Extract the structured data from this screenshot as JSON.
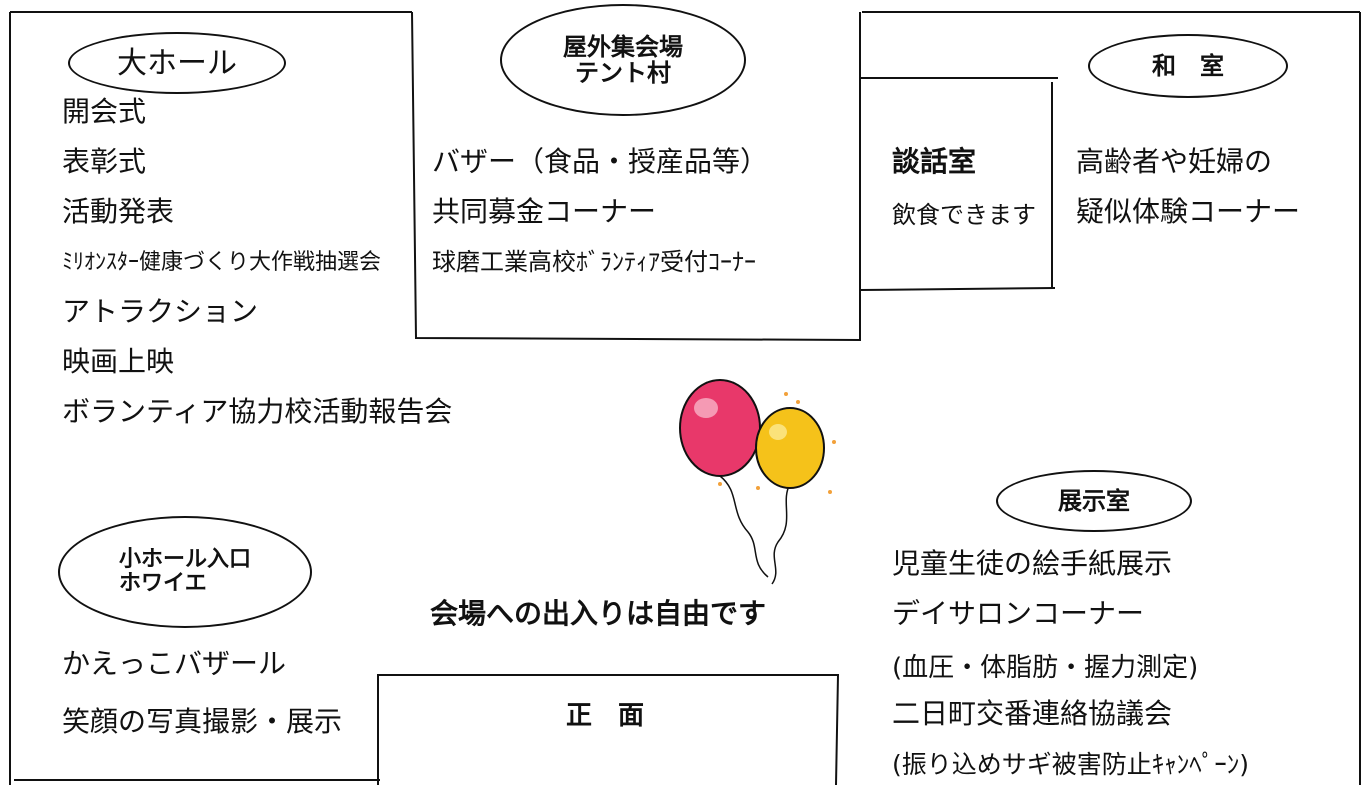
{
  "big_hall": {
    "title": "大ホール",
    "items": [
      "開会式",
      "表彰式",
      "活動発表",
      "ﾐﾘｵﾝｽﾀｰ健康づくり大作戦抽選会",
      "アトラクション",
      "映画上映",
      "ボランティア協力校活動報告会"
    ]
  },
  "outdoor": {
    "title": "屋外集会場\nテント村",
    "items": [
      "バザー（食品・授産品等）",
      "共同募金コーナー",
      "球磨工業高校ﾎﾞﾗﾝﾃｨｱ受付ｺｰﾅｰ"
    ]
  },
  "lounge": {
    "title": "談話室",
    "note": "飲食できます"
  },
  "japanese_room": {
    "title": "和　室",
    "items": [
      "高齢者や妊婦の",
      "疑似体験コーナー"
    ]
  },
  "small_hall": {
    "title": "小ホール入口\nホワイエ",
    "items": [
      "かえっこバザール",
      "笑顔の写真撮影・展示"
    ]
  },
  "center_notice": "会場への出入りは自由です",
  "exhibition": {
    "title": "展示室",
    "items": [
      "児童生徒の絵手紙展示",
      "デイサロンコーナー",
      "(血圧・体脂肪・握力測定)",
      "二日町交番連絡協議会",
      "(振り込めサギ被害防止ｷｬﾝﾍﾟｰﾝ)"
    ]
  },
  "front": {
    "title": "正　面"
  },
  "colors": {
    "line": "#111111",
    "balloon_red": "#e8386a",
    "balloon_yellow": "#f5c21a",
    "sparkle": "#f2a13a"
  }
}
